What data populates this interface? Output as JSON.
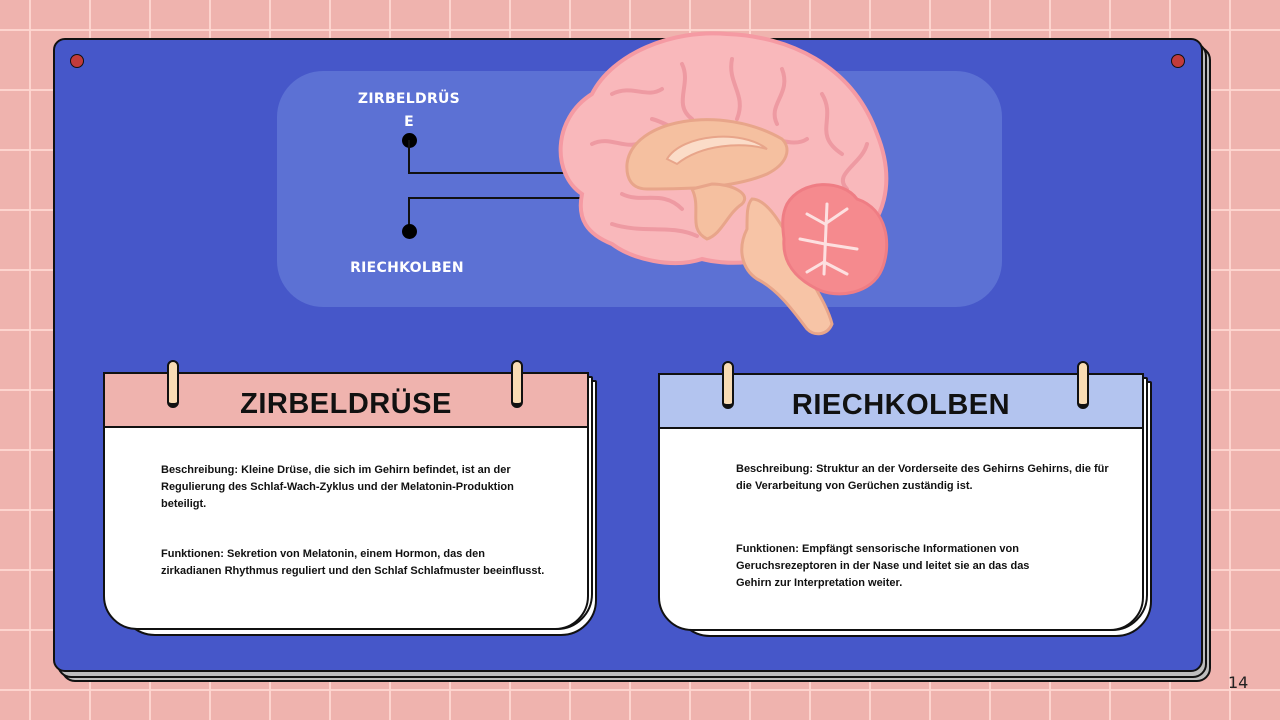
{
  "slide": {
    "page_number": "14",
    "colors": {
      "background": "#efb3ae",
      "board": "#4657c9",
      "diagram_panel": "#5c71d4",
      "pin": "#c23b3b",
      "card_left_header": "#efb3ae",
      "card_right_header": "#b3c4ef",
      "ring": "#f9dcb4"
    }
  },
  "diagram": {
    "label_top_line1": "ZIRBELDRÜS",
    "label_top_line2": "E",
    "label_bottom": "RIECHKOLBEN",
    "image": "brain-sagittal-illustration"
  },
  "cards": [
    {
      "title": "ZIRBELDRÜSE",
      "description": "Beschreibung: Kleine Drüse, die sich im Gehirn befindet, ist an der Regulierung des Schlaf-Wach-Zyklus und der Melatonin-Produktion beteiligt.",
      "functions": "Funktionen: Sekretion von Melatonin, einem Hormon, das den zirkadianen Rhythmus reguliert und den Schlaf Schlafmuster beeinflusst."
    },
    {
      "title": "RIECHKOLBEN",
      "description": "Beschreibung: Struktur an der Vorderseite des Gehirns Gehirns, die für die Verarbeitung von Gerüchen zuständig ist.",
      "functions": "Funktionen: Empfängt sensorische Informationen von Geruchsrezeptoren in der Nase und leitet sie an das das Gehirn zur Interpretation weiter."
    }
  ]
}
